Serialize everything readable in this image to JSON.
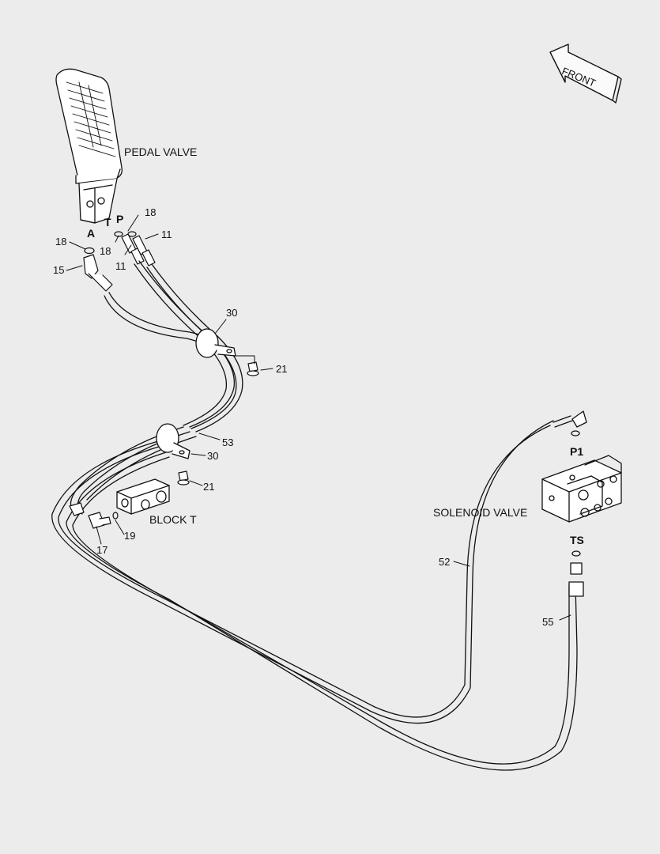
{
  "diagram": {
    "front_label": "FRONT",
    "components": {
      "pedal_valve": "PEDAL VALVE",
      "solenoid_valve": "SOLENOID VALVE",
      "block_t": "BLOCK  T"
    },
    "ports": {
      "a": "A",
      "t": "T",
      "p": "P",
      "p1": "P1",
      "ts": "TS"
    },
    "callouts": {
      "c18_top": "18",
      "c18_left": "18",
      "c18_mid": "18",
      "c11_right": "11",
      "c11_bottom": "11",
      "c15": "15",
      "c30_top": "30",
      "c21_top": "21",
      "c53": "53",
      "c30_bottom": "30",
      "c21_bottom": "21",
      "c19": "19",
      "c17": "17",
      "c52": "52",
      "c55": "55"
    }
  }
}
